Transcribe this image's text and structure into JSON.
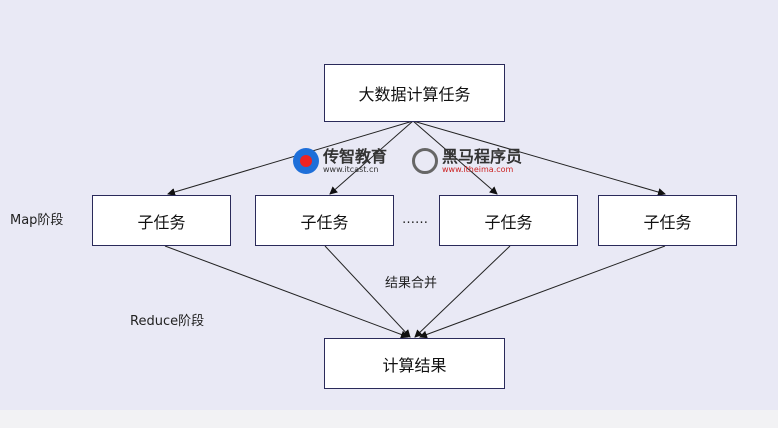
{
  "top": "大数据计算任务",
  "children": [
    "子任务",
    "子任务",
    "子任务",
    "子任务"
  ],
  "ellipsis": "……",
  "result": "计算结果",
  "map_label": "Map阶段",
  "reduce_label": "Reduce阶段",
  "merge_label": "结果合并",
  "logos": [
    {
      "name": "传智教育",
      "url": "www.itcast.cn"
    },
    {
      "name": "黑马程序员",
      "url": "www.itheima.com"
    }
  ]
}
